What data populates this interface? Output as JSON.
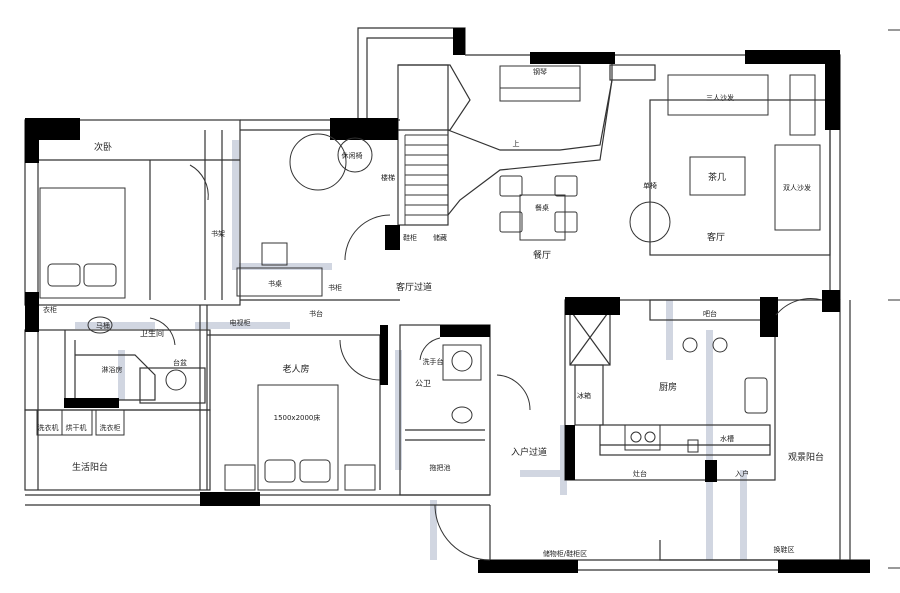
{
  "title": "",
  "rooms": {
    "secondary_bedroom": "次卧",
    "study_corner": "休闲椅",
    "living_room": "客厅",
    "sofa_main": "三人沙发",
    "sofa_side": "双人沙发",
    "coffee_table": "茶几",
    "lounge_chair": "单椅",
    "dining": "餐厅",
    "dining_table": "餐桌",
    "piano": "钢琴",
    "desk": "书桌",
    "corridor": "客厅过道",
    "elder_room": "老人房",
    "elder_bed": "1500x2000床",
    "kitchen": "厨房",
    "kitchen_entry": "入户过道",
    "balcony_right": "观景阳台",
    "service_balcony": "生活阳台",
    "bathroom_main": "卫生间",
    "bathroom_2": "公卫",
    "shower": "淋浴房",
    "storage_bottom": "储物柜/鞋柜区",
    "wardrobe": "衣柜",
    "tv_cabinet": "电视柜",
    "fridge": "冰箱",
    "washing_machine": "洗衣机",
    "dryer": "烘干机",
    "sink_cabinet": "洗手台",
    "toilet": "马桶",
    "upstairs": "上",
    "stairs_label": "楼梯",
    "shoe_cabinet": "鞋柜",
    "bar": "吧台",
    "washer_label": "洗衣柜",
    "cooktop": "灶台",
    "stove_label": "水槽",
    "entry_label": "入户",
    "shoe_area": "换鞋区",
    "storage_label": "储藏",
    "mop_pool": "拖把池",
    "basin": "台盆",
    "desk_short": "书台",
    "bookshelf": "书架",
    "study_side": "书柜"
  },
  "colors": {
    "wall": "#000000",
    "line": "#333333",
    "glass": "#c9cfdc"
  }
}
